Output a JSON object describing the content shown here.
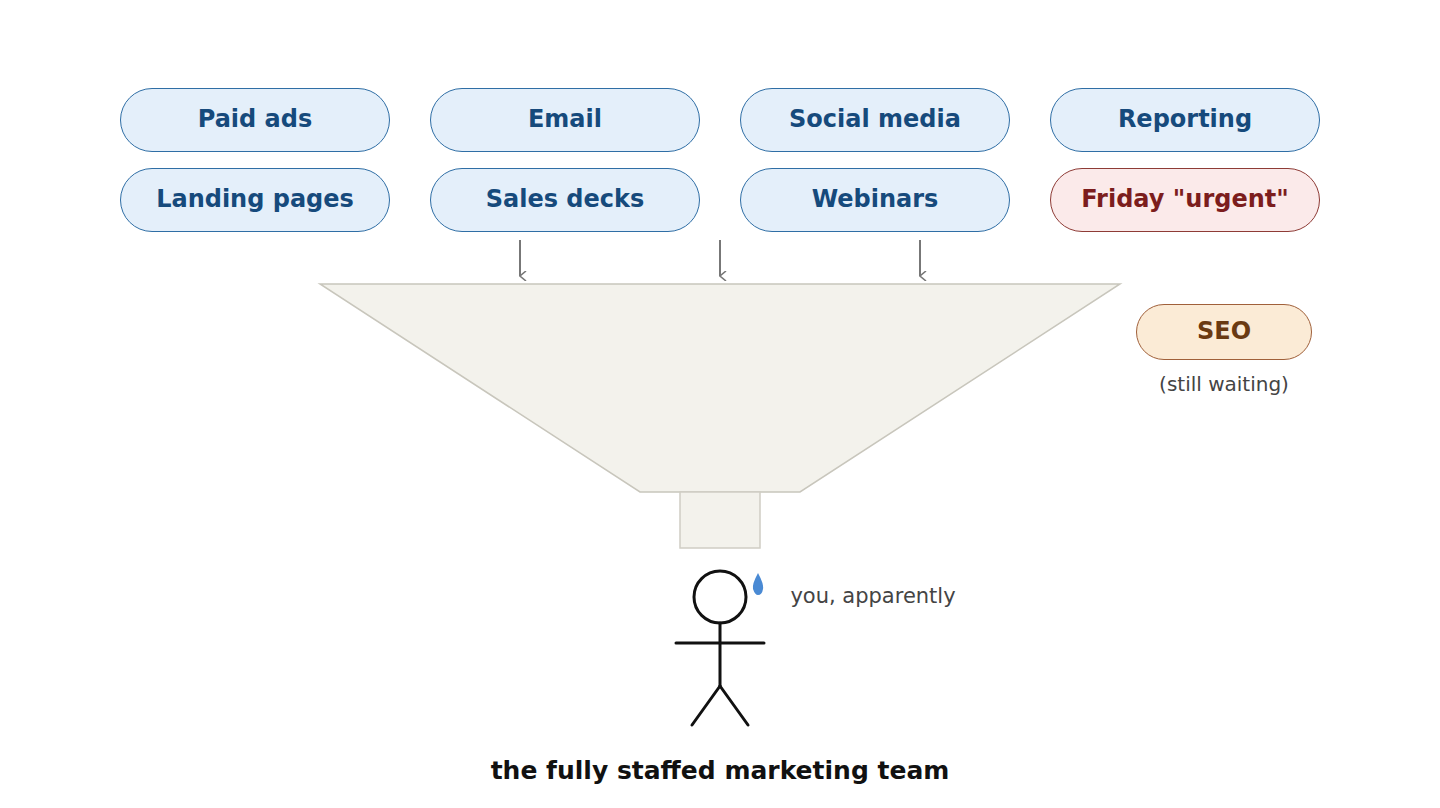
{
  "diagram": {
    "nodes": [
      {
        "text": [
          "Paid ads"
        ]
      },
      {
        "text": [
          "Email"
        ]
      },
      {
        "text": [
          "Social media"
        ]
      },
      {
        "text": [
          "Reporting"
        ]
      },
      {
        "text": [
          "Landing pages"
        ]
      },
      {
        "text": [
          "Sales decks"
        ]
      },
      {
        "text": [
          "Webinars"
        ]
      },
      {
        "text": [
          "Friday \"urgent\""
        ]
      },
      {
        "text": [
          "SEO"
        ]
      }
    ],
    "labels": [
      "(still waiting)",
      "you, apparently",
      "the fully staffed marketing team"
    ]
  }
}
